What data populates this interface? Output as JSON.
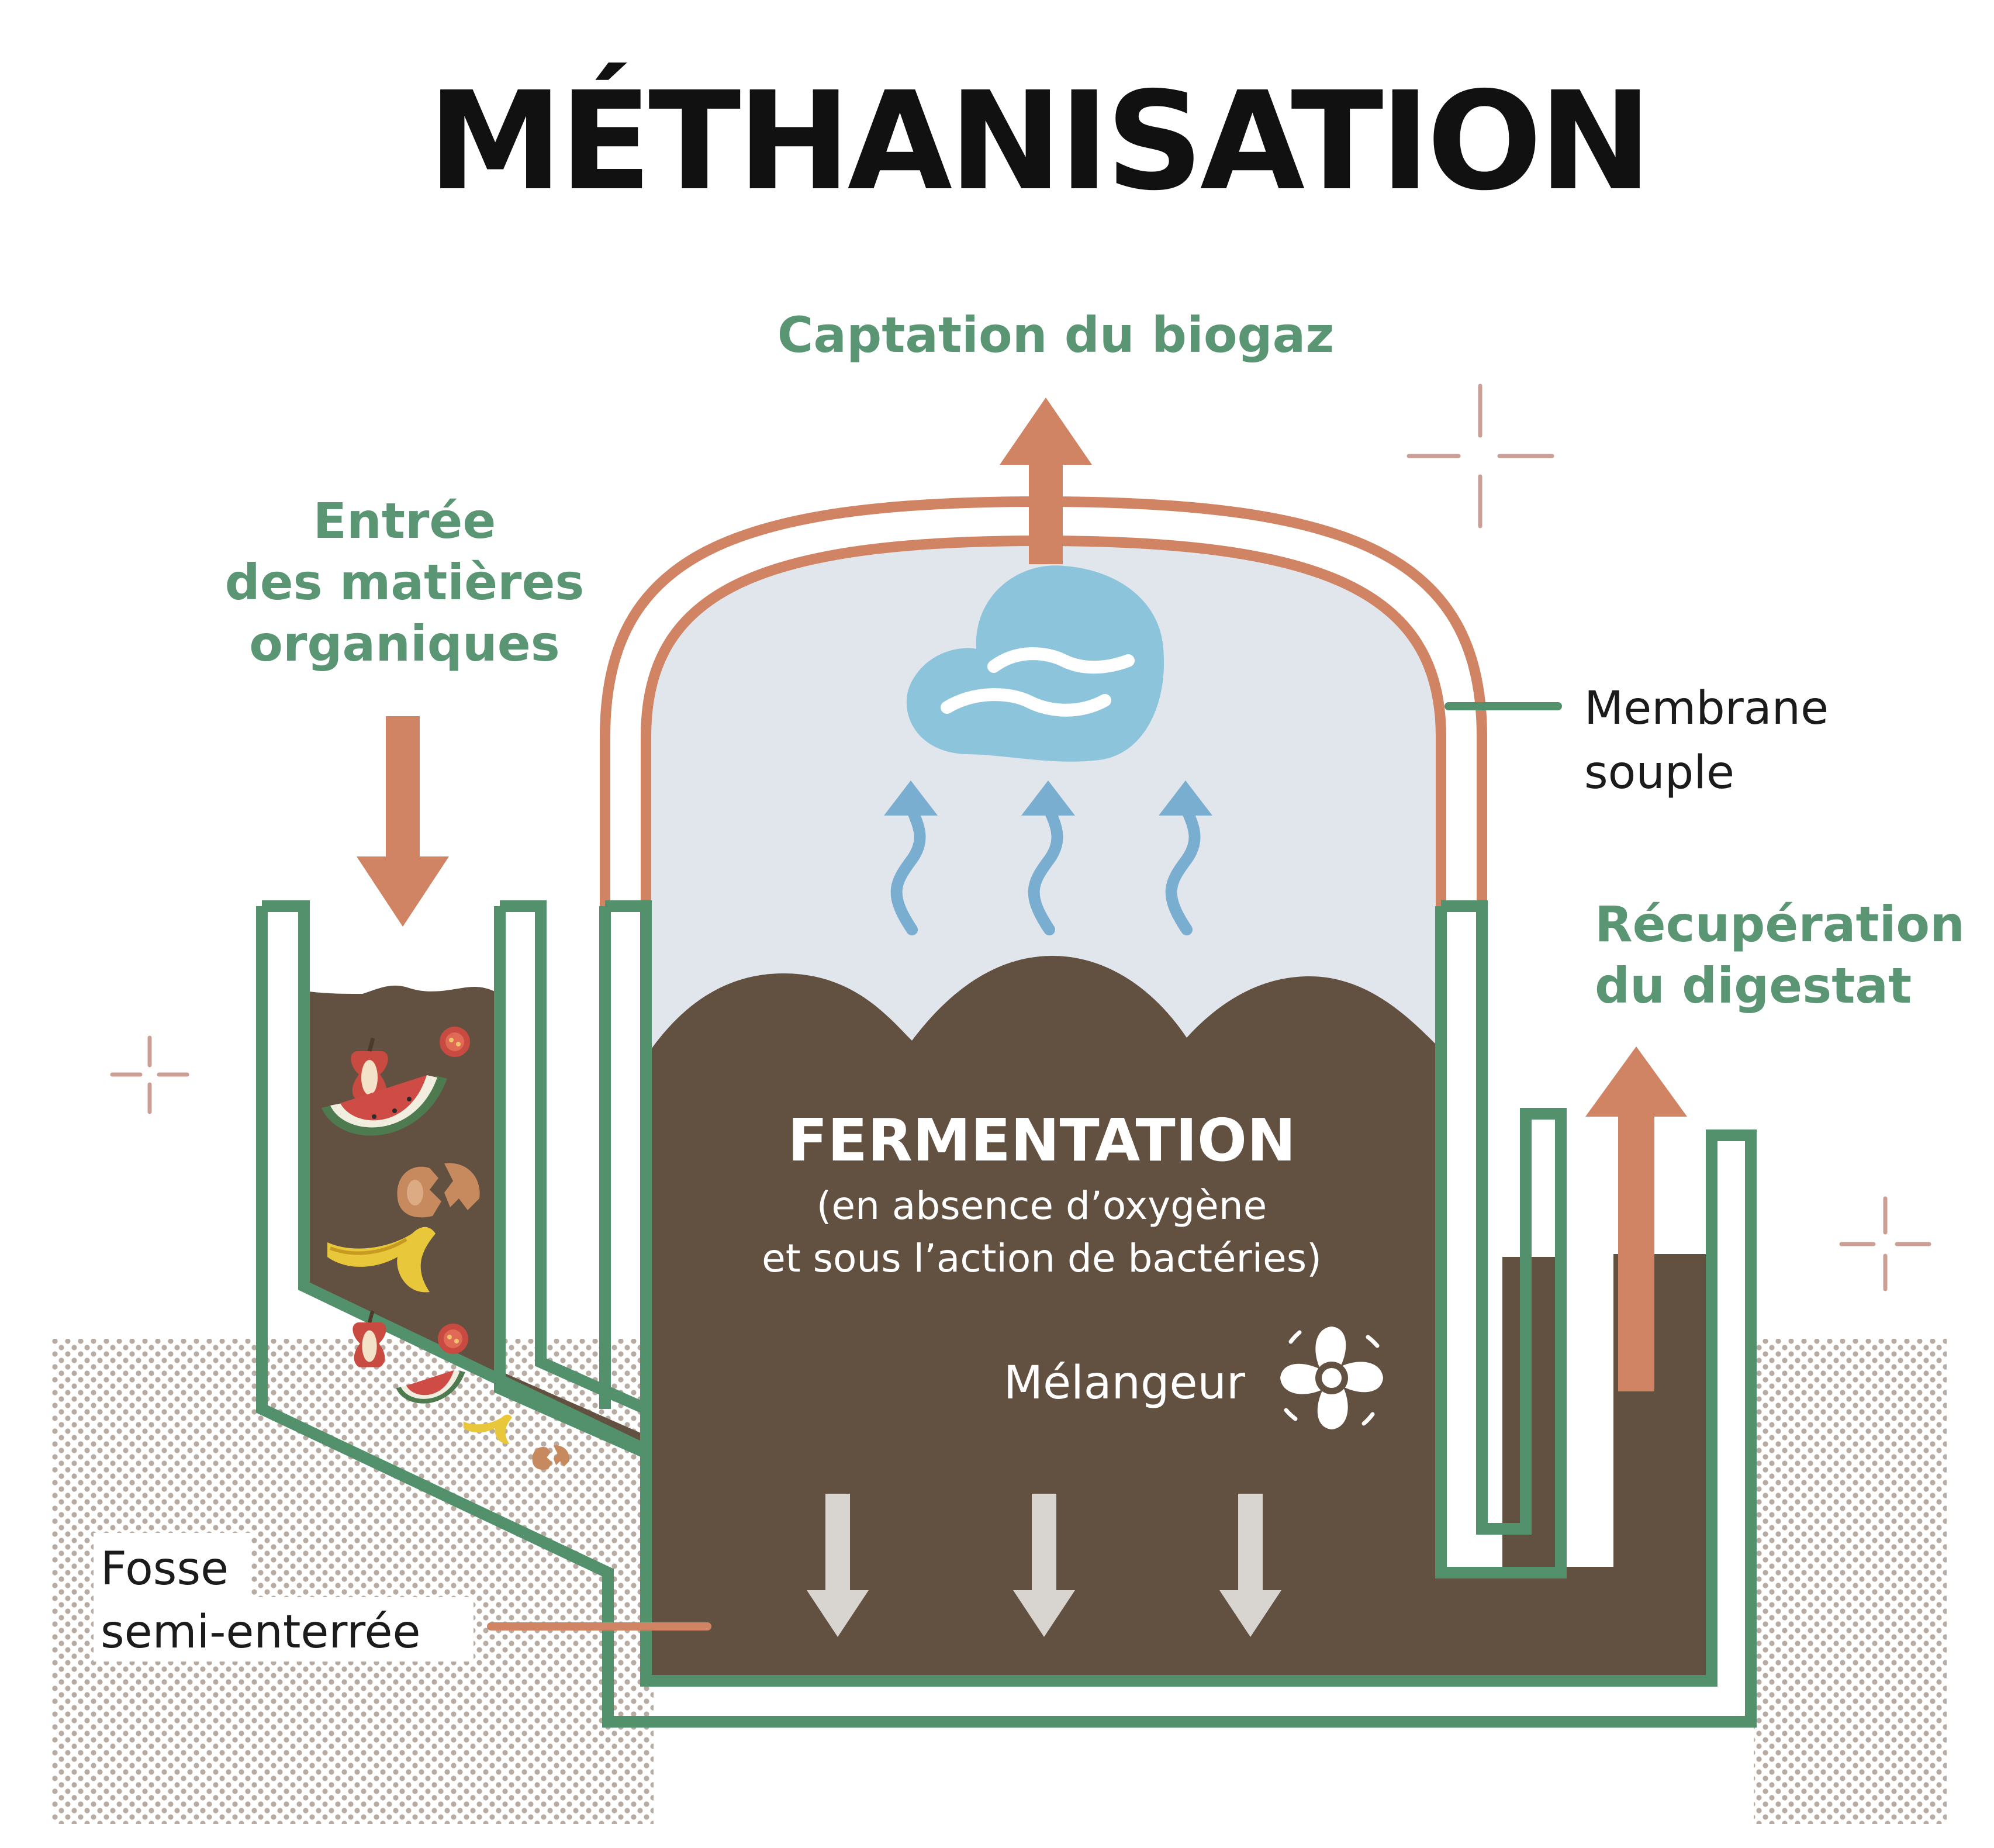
{
  "title": "MÉTHANISATION",
  "labels": {
    "biogas": "Captation du biogaz",
    "input": [
      "Entrée",
      "des matières",
      "organiques"
    ],
    "membrane": [
      "Membrane",
      "souple"
    ],
    "digestate": [
      "Récupération",
      "du digestat"
    ],
    "fermentation": "FERMENTATION",
    "fermentation_note": [
      "(en absence d’oxygène",
      "et sous l’action de bactéries)"
    ],
    "mixer": "Mélangeur",
    "pit": [
      "Fosse",
      "semi-enterrée"
    ]
  },
  "icons": {
    "gas_cloud": "gas-cloud-icon",
    "mixer": "propeller-fan-icon",
    "waste": [
      "apple-core-icon",
      "watermelon-slice-icon",
      "eggshell-icon",
      "banana-peel-icon",
      "tomato-slice-icon"
    ]
  },
  "colors": {
    "title": "#111111",
    "label_green": "#5a9574",
    "arrow_orange": "#d08463",
    "wall_green": "#52916c",
    "membrane_orange": "#d08463",
    "digestate_brown": "#625041",
    "gas_space": "#e1e6ed",
    "cloud_blue": "#8cc4db",
    "gas_arrow_blue": "#7aaed0",
    "settle_arrow_grey": "#d8d4d0",
    "ground_dots": "#b8aca2",
    "sparkle": "#cc9f96"
  }
}
